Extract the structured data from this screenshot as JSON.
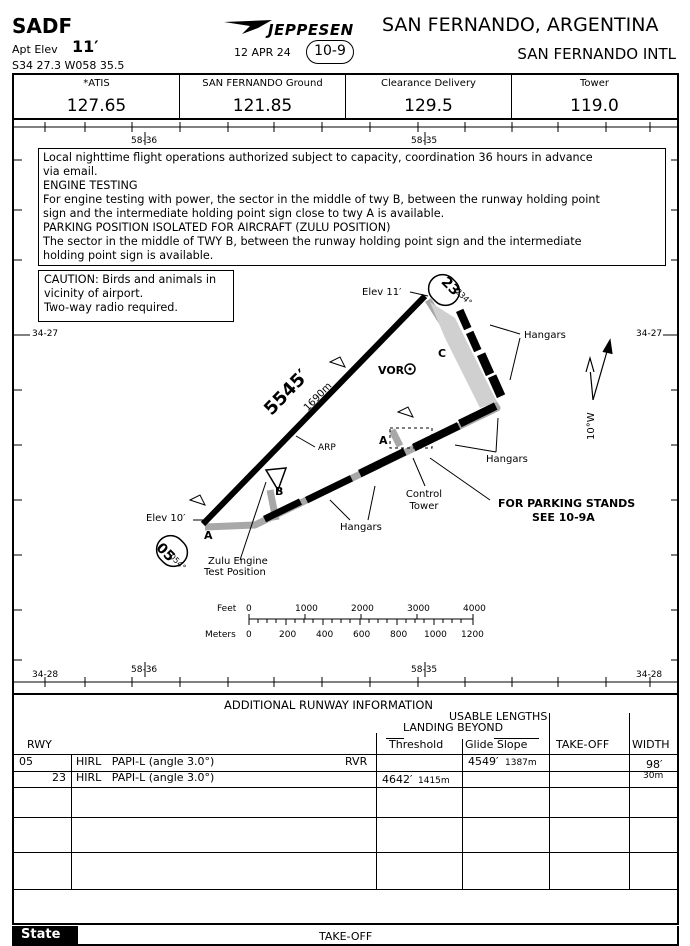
{
  "header": {
    "icao": "SADF",
    "apt_elev_label": "Apt Elev",
    "apt_elev_value": "11′",
    "coords": "S34 27.3 W058 35.5",
    "date": "12 APR 24",
    "chart_no": "10-9",
    "brand": "JEPPESEN",
    "city": "SAN FERNANDO, ARGENTINA",
    "airport": "SAN FERNANDO INTL"
  },
  "frequencies": [
    {
      "label": "*ATIS",
      "value": "127.65"
    },
    {
      "label": "SAN FERNANDO Ground",
      "value": "121.85"
    },
    {
      "label": "Clearance Delivery",
      "value": "129.5"
    },
    {
      "label": "Tower",
      "value": "119.0"
    }
  ],
  "grid": {
    "lon_left": "58-36",
    "lon_right": "58-35",
    "lat_top": "34-27",
    "lat_bottom": "34-28"
  },
  "notes": [
    "Local nighttime flight operations  authorized subject to capacity, coordination 36 hours in advance",
    "via email.",
    "ENGINE TESTING",
    "For engine testing with power, the sector in the middle of twy B, between the runway holding point",
    "sign and the intermediate holding point sign close to twy A is available.",
    "PARKING POSITION ISOLATED FOR AIRCRAFT (ZULU POSITION)",
    "The sector in the middle of TWY B, between the runway holding point sign and the intermediate",
    "holding point sign is available."
  ],
  "caution": [
    "CAUTION: Birds and animals in",
    "vicinity of airport.",
    "Two-way radio required."
  ],
  "diagram": {
    "rwy_length": "5545′",
    "rwy_length_m": "1690m",
    "rwy_05": "05",
    "rwy_05_hdg": "054°",
    "rwy_23": "23",
    "rwy_23_hdg": "234°",
    "elev_ne": "Elev 11′",
    "elev_sw": "Elev 10′",
    "arp": "ARP",
    "vor": "VOR",
    "twy_a": "A",
    "twy_b": "B",
    "twy_c": "C",
    "hangars": "Hangars",
    "control_tower": "Control Tower",
    "parking_note_1": "FOR PARKING STANDS",
    "parking_note_2": "SEE 10-9A",
    "zulu_1": "Zulu Engine",
    "zulu_2": "Test Position",
    "variation": "10°W"
  },
  "scale": {
    "feet_label": "Feet",
    "meters_label": "Meters",
    "feet_ticks": [
      "0",
      "1000",
      "2000",
      "3000",
      "4000"
    ],
    "meter_ticks": [
      "0",
      "200",
      "400",
      "600",
      "800",
      "1000",
      "1200"
    ]
  },
  "runway_info": {
    "title": "ADDITIONAL RUNWAY INFORMATION",
    "usable": "USABLE LENGTHS",
    "landing_beyond": "LANDING BEYOND",
    "col_rwy": "RWY",
    "col_threshold": "Threshold",
    "col_glide": "Glide Slope",
    "col_takeoff": "TAKE-OFF",
    "col_width": "WIDTH",
    "rows": [
      {
        "rwy": "05",
        "lights": "HIRL   PAPI-L (angle 3.0°)",
        "rvr": "RVR",
        "threshold": "",
        "glide": "4549′",
        "glide_m": "1387m",
        "width": "98′",
        "width_m": "30m"
      },
      {
        "rwy": "23",
        "lights": "HIRL   PAPI-L (angle 3.0°)",
        "rvr": "",
        "threshold": "4642′",
        "threshold_m": "1415m",
        "glide": "",
        "width": "",
        "width_m": ""
      }
    ]
  },
  "footer": {
    "state": "State",
    "takeoff": "TAKE-OFF"
  }
}
